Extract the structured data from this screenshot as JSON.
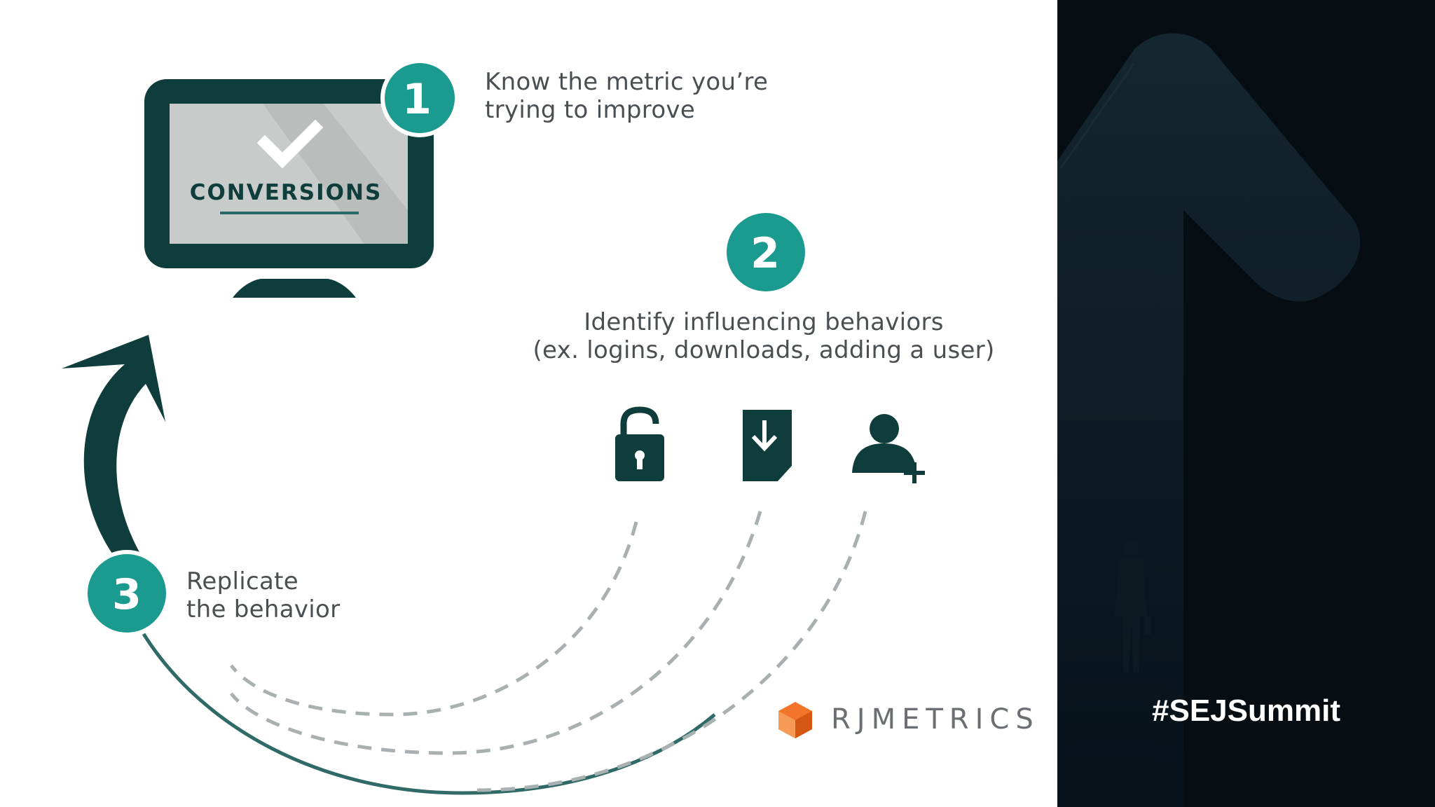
{
  "colors": {
    "teal": "#1b9a8f",
    "dark_teal": "#0e3d3b",
    "screen_gray": "#c7ccca",
    "text_gray": "#4a4f54",
    "dash_gray": "#a9b0b2",
    "brand_orange": "#f2752b",
    "panel_dark": "#060d13"
  },
  "monitor": {
    "screen_text": "CONVERSIONS",
    "icon": "checkmark-icon"
  },
  "steps": [
    {
      "number": "1",
      "label": "Know the metric you’re\ntrying to improve"
    },
    {
      "number": "2",
      "label": "Identify influencing behaviors\n(ex. logins, downloads, adding a user)"
    },
    {
      "number": "3",
      "label": "Replicate\nthe behavior"
    }
  ],
  "behavior_icons": [
    "unlock-icon",
    "download-icon",
    "add-user-icon"
  ],
  "brand": {
    "name": "RJMETRICS",
    "icon": "hexagon-cube-logo-icon"
  },
  "side_panel": {
    "hashtag": "#SEJSummit"
  }
}
